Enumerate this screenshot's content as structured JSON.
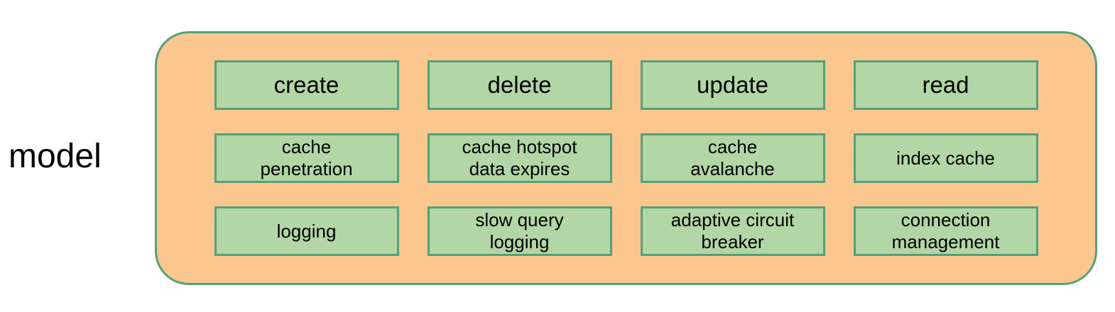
{
  "label": "model",
  "colors": {
    "container-fill": "#FBC78F",
    "container-border": "#55A078",
    "box-fill": "#B2D6A5",
    "box-border": "#55A078"
  },
  "cells": [
    [
      "create",
      "delete",
      "update",
      "read"
    ],
    [
      "cache\npenetration",
      "cache hotspot\ndata expires",
      "cache\navalanche",
      "index cache"
    ],
    [
      "logging",
      "slow query\nlogging",
      "adaptive circuit\nbreaker",
      "connection\nmanagement"
    ]
  ]
}
